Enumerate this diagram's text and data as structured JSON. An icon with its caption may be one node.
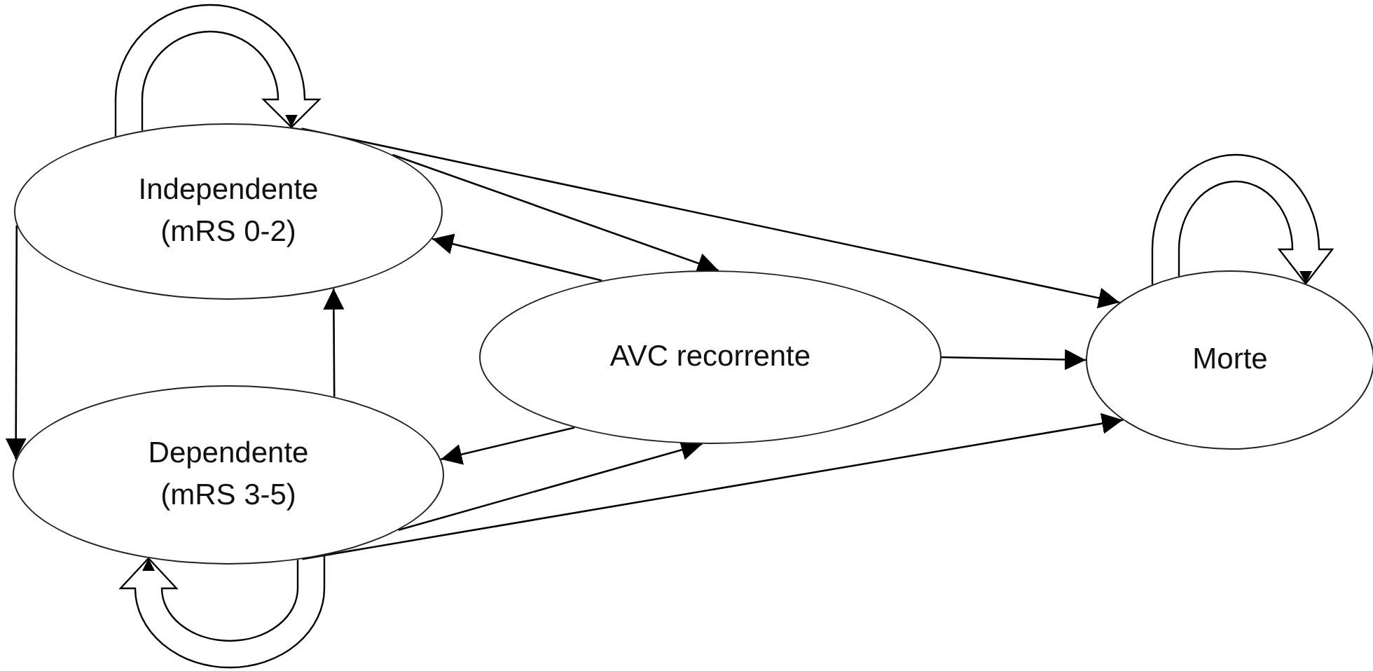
{
  "diagram": {
    "nodes": [
      {
        "text": [
          "Independente (mRS 0-2)"
        ]
      },
      {
        "text": [
          "Dependente (mRS 3-5)"
        ]
      },
      {
        "text": [
          "AVC recorrente"
        ]
      },
      {
        "text": [
          "Morte"
        ]
      }
    ],
    "edges": [
      {
        "from": 0,
        "to": 0,
        "arrow": "to"
      },
      {
        "from": 0,
        "to": 3,
        "arrow": "to"
      },
      {
        "from": 0,
        "to": 2,
        "arrow": "to"
      },
      {
        "from": 2,
        "to": 0,
        "arrow": "to"
      },
      {
        "from": 0,
        "to": 1,
        "arrow": "to"
      },
      {
        "from": 1,
        "to": 0,
        "arrow": "to"
      },
      {
        "from": 2,
        "to": 1,
        "arrow": "to"
      },
      {
        "from": 1,
        "to": 2,
        "arrow": "to"
      },
      {
        "from": 1,
        "to": 3,
        "arrow": "to"
      },
      {
        "from": 2,
        "to": 3,
        "arrow": "to"
      },
      {
        "from": 3,
        "to": 3,
        "arrow": "to"
      },
      {
        "from": 1,
        "to": 1,
        "arrow": "to"
      }
    ]
  }
}
